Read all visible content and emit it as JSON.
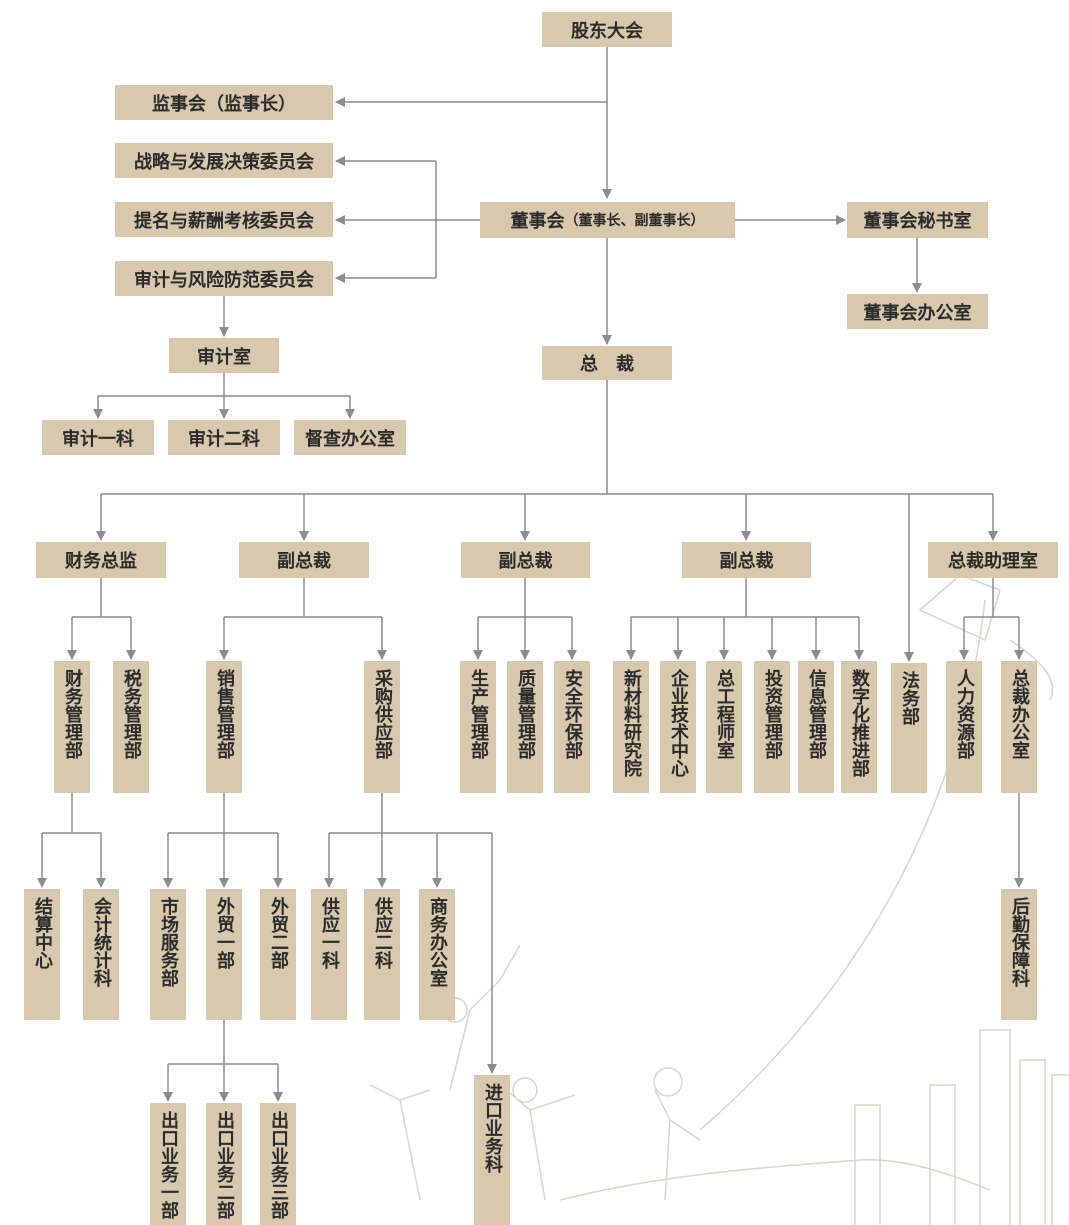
{
  "chart": {
    "root": "股东大会",
    "supervisors": "监事会（监事长）",
    "committees": [
      "战略与发展决策委员会",
      "提名与薪酬考核委员会",
      "审计与风险防范委员会"
    ],
    "board": {
      "main": "董事会",
      "sub": "（董事长、副董事长）"
    },
    "board_secretary": "董事会秘书室",
    "board_office": "董事会办公室",
    "audit_room": "审计室",
    "audit_units": [
      "审计一科",
      "审计二科",
      "督查办公室"
    ],
    "president": "总　裁",
    "level2": [
      "财务总监",
      "副总裁",
      "副总裁",
      "副总裁",
      "总裁助理室"
    ],
    "finance_depts": [
      "财务管理部",
      "税务管理部"
    ],
    "finance_sub": [
      "结算中心",
      "会计统计科"
    ],
    "vp1_depts": [
      "销售管理部",
      "采购供应部"
    ],
    "sales_sub": [
      "市场服务部",
      "外贸一部",
      "外贸二部"
    ],
    "trade1_sub": [
      "出口业务一部",
      "出口业务二部",
      "出口业务三部"
    ],
    "purchase_sub": [
      "供应一科",
      "供应二科",
      "商务办公室",
      "进口业务科"
    ],
    "vp2_depts": [
      "生产管理部",
      "质量管理部",
      "安全环保部"
    ],
    "vp3_depts": [
      "新材料研究院",
      "企业技术中心",
      "总工程师室",
      "投资管理部",
      "信息管理部",
      "数字化推进部"
    ],
    "legal": "法务部",
    "assistant_depts": [
      "人力资源部",
      "总裁办公室"
    ],
    "logistics": "后勤保障科"
  },
  "colors": {
    "box": "#d8c8ad",
    "line": "#8c8c8c",
    "text": "#2b2b2b",
    "decoration": "#d9d4cc"
  }
}
